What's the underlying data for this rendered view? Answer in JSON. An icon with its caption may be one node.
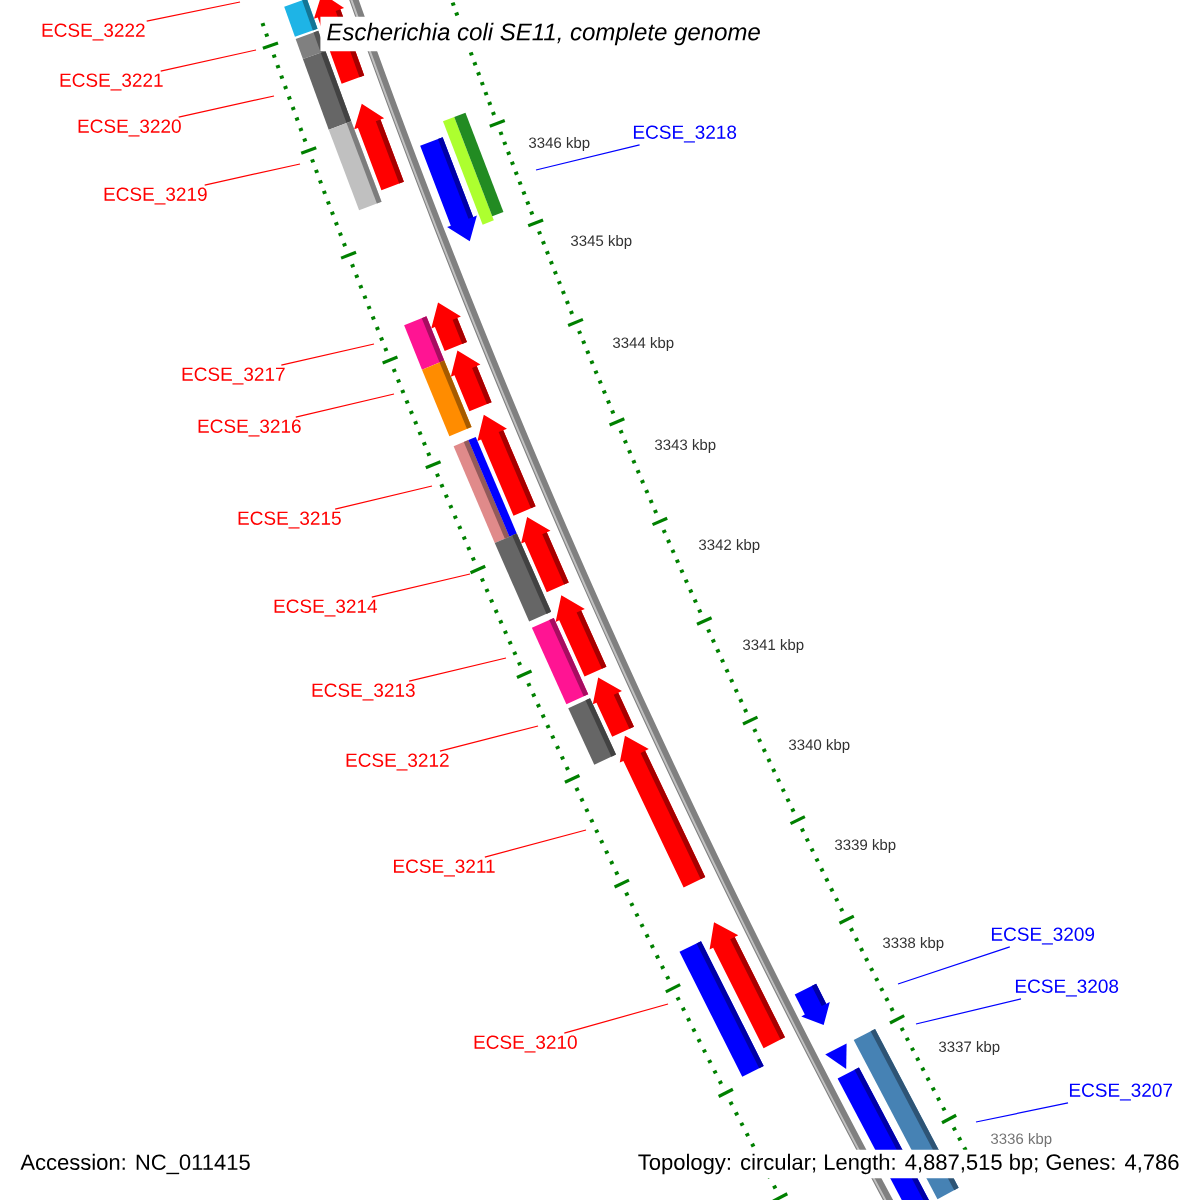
{
  "diagram": {
    "title": "Escherichia coli SE11, complete genome",
    "nodes": [
      {
        "text": [
          "ECSE_3222"
        ]
      },
      {
        "text": [
          "ECSE_3221"
        ]
      },
      {
        "text": [
          "ECSE_3220"
        ]
      },
      {
        "text": [
          "ECSE_3219"
        ]
      },
      {
        "text": [
          "ECSE_3218"
        ]
      },
      {
        "text": [
          "ECSE_3217"
        ]
      },
      {
        "text": [
          "ECSE_3216"
        ]
      },
      {
        "text": [
          "ECSE_3215"
        ]
      },
      {
        "text": [
          "ECSE_3214"
        ]
      },
      {
        "text": [
          "ECSE_3213"
        ]
      },
      {
        "text": [
          "ECSE_3212"
        ]
      },
      {
        "text": [
          "ECSE_3211"
        ]
      },
      {
        "text": [
          "ECSE_3210"
        ]
      },
      {
        "text": [
          "ECSE_3209"
        ]
      },
      {
        "text": [
          "ECSE_3208"
        ]
      },
      {
        "text": [
          "ECSE_3207"
        ]
      }
    ],
    "edges": [
      {
        "from": 0,
        "to": null,
        "arrow": "none"
      },
      {
        "from": 1,
        "to": null,
        "arrow": "none"
      },
      {
        "from": 2,
        "to": null,
        "arrow": "none"
      },
      {
        "from": 3,
        "to": null,
        "arrow": "none"
      },
      {
        "from": 4,
        "to": null,
        "arrow": "none",
        "color": "#0000ff"
      },
      {
        "from": 5,
        "to": null,
        "arrow": "none"
      },
      {
        "from": 6,
        "to": null,
        "arrow": "none"
      },
      {
        "from": 7,
        "to": null,
        "arrow": "none"
      },
      {
        "from": 8,
        "to": null,
        "arrow": "none"
      },
      {
        "from": 9,
        "to": null,
        "arrow": "none"
      },
      {
        "from": 10,
        "to": null,
        "arrow": "none"
      },
      {
        "from": 11,
        "to": null,
        "arrow": "none"
      },
      {
        "from": 12,
        "to": null,
        "arrow": "none"
      },
      {
        "from": 13,
        "to": null,
        "arrow": "none",
        "color": "#0000ff"
      },
      {
        "from": 14,
        "to": null,
        "arrow": "none",
        "color": "#0000ff"
      },
      {
        "from": 15,
        "to": null,
        "arrow": "none",
        "color": "#0000ff"
      }
    ],
    "labels": [
      "3346 kbp",
      "3345 kbp",
      "3344 kbp",
      "3343 kbp",
      "3342 kbp",
      "3341 kbp",
      "3340 kbp",
      "3339 kbp",
      "3338 kbp",
      "3337 kbp",
      "3336 kbp",
      "Accession: NC_011415",
      "Topology: circular; Length: 4,887,515 bp; Genes: 4,786"
    ]
  }
}
